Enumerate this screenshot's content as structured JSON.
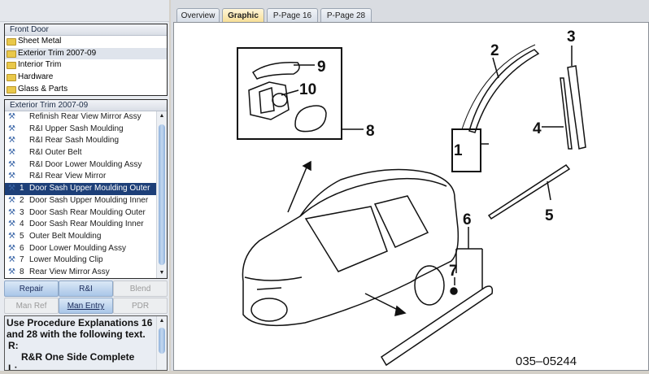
{
  "folders": {
    "header": "Front Door",
    "items": [
      {
        "label": "Sheet Metal",
        "open": false
      },
      {
        "label": "Exterior Trim 2007-09",
        "open": true
      },
      {
        "label": "Interior Trim",
        "open": false
      },
      {
        "label": "Hardware",
        "open": false
      },
      {
        "label": "Glass & Parts",
        "open": true
      }
    ]
  },
  "operations": {
    "header": "Exterior Trim 2007-09",
    "items": [
      {
        "num": "",
        "label": "Refinish Rear View Mirror Assy"
      },
      {
        "num": "",
        "label": "R&I Upper Sash Moulding"
      },
      {
        "num": "",
        "label": "R&I Rear Sash Moulding"
      },
      {
        "num": "",
        "label": "R&I Outer Belt"
      },
      {
        "num": "",
        "label": "R&I Door Lower Moulding Assy"
      },
      {
        "num": "",
        "label": "R&I Rear View Mirror"
      },
      {
        "num": "1",
        "label": "Door Sash Upper Moulding Outer"
      },
      {
        "num": "2",
        "label": "Door Sash Upper Moulding Inner"
      },
      {
        "num": "3",
        "label": "Door Sash Rear Moulding Outer"
      },
      {
        "num": "4",
        "label": "Door Sash Rear Moulding Inner"
      },
      {
        "num": "5",
        "label": "Outer Belt Moulding"
      },
      {
        "num": "6",
        "label": "Door Lower Moulding Assy"
      },
      {
        "num": "7",
        "label": "Lower Moulding Clip"
      },
      {
        "num": "8",
        "label": "Rear View Mirror Assy"
      }
    ],
    "selected_index": 6
  },
  "buttons": {
    "repair": "Repair",
    "ri": "R&I",
    "blend": "Blend",
    "man_ref": "Man Ref",
    "man_entry": "Man Entry",
    "pdr": "PDR"
  },
  "notes": {
    "line1": "Use Procedure Explanations 16 and 28 with the following text.",
    "line2": "R:",
    "line3": "R&R One Side Complete",
    "line4": "L:"
  },
  "tabs": {
    "overview": "Overview",
    "graphic": "Graphic",
    "ppage16": "P-Page 16",
    "ppage28": "P-Page 28",
    "active": "Graphic"
  },
  "graphic": {
    "callouts": [
      "1",
      "2",
      "3",
      "4",
      "5",
      "6",
      "7",
      "8",
      "9",
      "10"
    ],
    "figure_code": "035–05244"
  }
}
